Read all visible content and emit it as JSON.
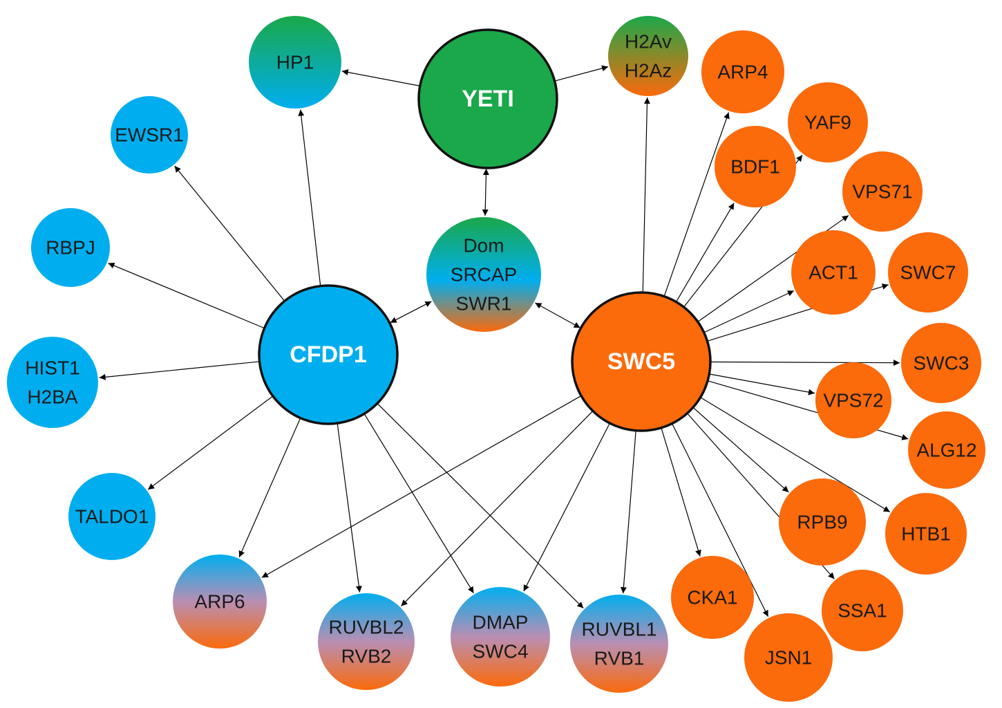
{
  "colors": {
    "blue": "#00aeef",
    "green": "#1aa84a",
    "orange": "#fb6a0b",
    "edge": "#000000",
    "hub_border": "#111111"
  },
  "nodes": [
    {
      "id": "yeti",
      "lines": [
        "YETI"
      ],
      "fill": "green",
      "hub": true
    },
    {
      "id": "cfdp1",
      "lines": [
        "CFDP1"
      ],
      "fill": "blue",
      "hub": true
    },
    {
      "id": "swc5",
      "lines": [
        "SWC5"
      ],
      "fill": "orange",
      "hub": true
    },
    {
      "id": "dom",
      "lines": [
        "Dom",
        "SRCAP",
        "SWR1"
      ],
      "fill": "grad-green-blue-orange"
    },
    {
      "id": "hp1",
      "lines": [
        "HP1"
      ],
      "fill": "grad-green-blue"
    },
    {
      "id": "h2av",
      "lines": [
        "H2Av",
        "H2Az"
      ],
      "fill": "grad-green-orange"
    },
    {
      "id": "ewsr1",
      "lines": [
        "EWSR1"
      ],
      "fill": "blue"
    },
    {
      "id": "rbpj",
      "lines": [
        "RBPJ"
      ],
      "fill": "blue"
    },
    {
      "id": "hist1",
      "lines": [
        "HIST1",
        "H2BA"
      ],
      "fill": "blue"
    },
    {
      "id": "taldo1",
      "lines": [
        "TALDO1"
      ],
      "fill": "blue"
    },
    {
      "id": "arp6",
      "lines": [
        "ARP6"
      ],
      "fill": "grad-blue-orange"
    },
    {
      "id": "ruvbl2",
      "lines": [
        "RUVBL2",
        "RVB2"
      ],
      "fill": "grad-blue-orange"
    },
    {
      "id": "dmap",
      "lines": [
        "DMAP",
        "SWC4"
      ],
      "fill": "grad-blue-orange"
    },
    {
      "id": "ruvbl1",
      "lines": [
        "RUVBL1",
        "RVB1"
      ],
      "fill": "grad-blue-orange"
    },
    {
      "id": "arp4",
      "lines": [
        "ARP4"
      ],
      "fill": "orange"
    },
    {
      "id": "yaf9",
      "lines": [
        "YAF9"
      ],
      "fill": "orange"
    },
    {
      "id": "bdf1",
      "lines": [
        "BDF1"
      ],
      "fill": "orange"
    },
    {
      "id": "vps71",
      "lines": [
        "VPS71"
      ],
      "fill": "orange"
    },
    {
      "id": "act1",
      "lines": [
        "ACT1"
      ],
      "fill": "orange"
    },
    {
      "id": "swc7",
      "lines": [
        "SWC7"
      ],
      "fill": "orange"
    },
    {
      "id": "swc3",
      "lines": [
        "SWC3"
      ],
      "fill": "orange"
    },
    {
      "id": "vps72",
      "lines": [
        "VPS72"
      ],
      "fill": "orange"
    },
    {
      "id": "alg12",
      "lines": [
        "ALG12"
      ],
      "fill": "orange"
    },
    {
      "id": "rpb9",
      "lines": [
        "RPB9"
      ],
      "fill": "orange"
    },
    {
      "id": "htb1",
      "lines": [
        "HTB1"
      ],
      "fill": "orange"
    },
    {
      "id": "ssa1",
      "lines": [
        "SSA1"
      ],
      "fill": "orange"
    },
    {
      "id": "cka1",
      "lines": [
        "CKA1"
      ],
      "fill": "orange"
    },
    {
      "id": "jsn1",
      "lines": [
        "JSN1"
      ],
      "fill": "orange"
    }
  ],
  "edges": [
    {
      "from": "yeti",
      "to": "hp1",
      "bidirectional": false
    },
    {
      "from": "yeti",
      "to": "h2av",
      "bidirectional": false
    },
    {
      "from": "yeti",
      "to": "dom",
      "bidirectional": true
    },
    {
      "from": "cfdp1",
      "to": "dom",
      "bidirectional": true
    },
    {
      "from": "swc5",
      "to": "dom",
      "bidirectional": true
    },
    {
      "from": "cfdp1",
      "to": "hp1",
      "bidirectional": false
    },
    {
      "from": "cfdp1",
      "to": "ewsr1",
      "bidirectional": false
    },
    {
      "from": "cfdp1",
      "to": "rbpj",
      "bidirectional": false
    },
    {
      "from": "cfdp1",
      "to": "hist1",
      "bidirectional": false
    },
    {
      "from": "cfdp1",
      "to": "taldo1",
      "bidirectional": false
    },
    {
      "from": "cfdp1",
      "to": "arp6",
      "bidirectional": false
    },
    {
      "from": "cfdp1",
      "to": "ruvbl2",
      "bidirectional": false
    },
    {
      "from": "cfdp1",
      "to": "dmap",
      "bidirectional": false
    },
    {
      "from": "cfdp1",
      "to": "ruvbl1",
      "bidirectional": false
    },
    {
      "from": "swc5",
      "to": "h2av",
      "bidirectional": false
    },
    {
      "from": "swc5",
      "to": "arp4",
      "bidirectional": false
    },
    {
      "from": "swc5",
      "to": "yaf9",
      "bidirectional": false
    },
    {
      "from": "swc5",
      "to": "bdf1",
      "bidirectional": false
    },
    {
      "from": "swc5",
      "to": "vps71",
      "bidirectional": false
    },
    {
      "from": "swc5",
      "to": "act1",
      "bidirectional": false
    },
    {
      "from": "swc5",
      "to": "swc7",
      "bidirectional": false
    },
    {
      "from": "swc5",
      "to": "swc3",
      "bidirectional": false
    },
    {
      "from": "swc5",
      "to": "vps72",
      "bidirectional": false
    },
    {
      "from": "swc5",
      "to": "alg12",
      "bidirectional": false
    },
    {
      "from": "swc5",
      "to": "htb1",
      "bidirectional": false
    },
    {
      "from": "swc5",
      "to": "rpb9",
      "bidirectional": false
    },
    {
      "from": "swc5",
      "to": "ssa1",
      "bidirectional": false
    },
    {
      "from": "swc5",
      "to": "jsn1",
      "bidirectional": false
    },
    {
      "from": "swc5",
      "to": "cka1",
      "bidirectional": false
    },
    {
      "from": "swc5",
      "to": "ruvbl1",
      "bidirectional": false
    },
    {
      "from": "swc5",
      "to": "dmap",
      "bidirectional": false
    },
    {
      "from": "swc5",
      "to": "ruvbl2",
      "bidirectional": false
    },
    {
      "from": "swc5",
      "to": "arp6",
      "bidirectional": false
    }
  ]
}
